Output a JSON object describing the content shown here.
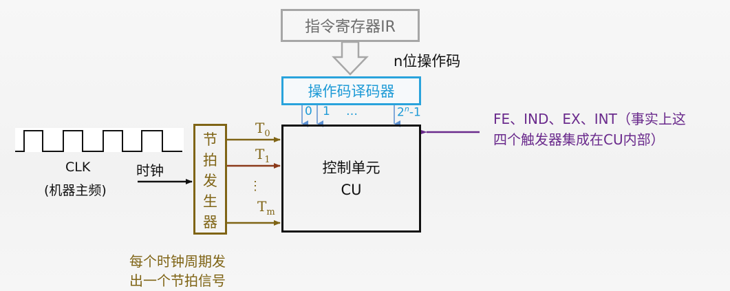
{
  "diagram": {
    "instruction_register": {
      "label": "指令寄存器IR"
    },
    "opcode_bus": {
      "label": "n位操作码"
    },
    "opcode_decoder": {
      "label": "操作码译码器",
      "outputs": [
        "0",
        "1",
        "…",
        "2"
      ],
      "last_output_exponent": "n",
      "last_output_suffix": "-1"
    },
    "control_unit": {
      "line1": "控制单元",
      "line2": "CU"
    },
    "beat_generator": {
      "chars": [
        "节",
        "拍",
        "发",
        "生",
        "器"
      ],
      "outputs": [
        {
          "base": "T",
          "sub": "0"
        },
        {
          "base": "T",
          "sub": "1"
        },
        {
          "base": "T",
          "sub": "m"
        }
      ],
      "ellipsis": "⋮",
      "description_line1": "每个时钟周期发",
      "description_line2": "出一个节拍信号"
    },
    "clock": {
      "label": "CLK",
      "sublabel": "(机器主频)",
      "arrow_label": "时钟",
      "pulses": 4
    },
    "flags_note": {
      "line1": "FE、IND、EX、INT（事实上这",
      "line2": "四个触发器集成在CU内部）"
    },
    "colors": {
      "ir_border": "#a6a6a6",
      "decoder": "#29a3dc",
      "decoder_arrows": "#5b8fd0",
      "beat": "#7f6415",
      "beat_t1": "#8b3a1a",
      "flags": "#6a2a8c",
      "cu_border": "#111111"
    }
  }
}
